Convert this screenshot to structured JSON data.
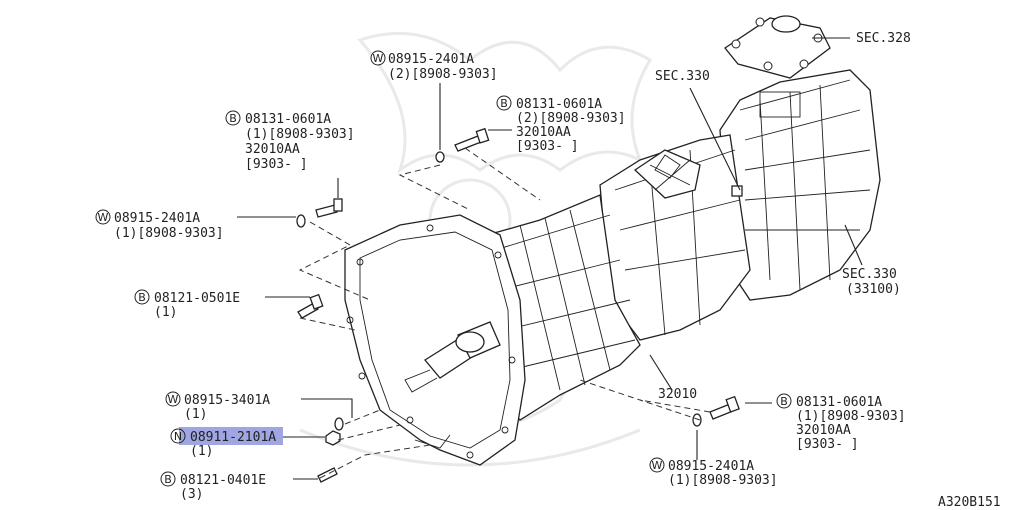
{
  "labels": [
    {
      "key": "w1",
      "prefix": "W",
      "code": "08915-2401A",
      "lines": [
        "(2)[8908-9303]"
      ]
    },
    {
      "key": "b1",
      "prefix": "B",
      "code": "08131-0601A",
      "lines": [
        "(1)[8908-9303]",
        "32010AA",
        "[9303-    ]"
      ]
    },
    {
      "key": "b2",
      "prefix": "B",
      "code": "08131-0601A",
      "lines": [
        "(2)[8908-9303]"
      ]
    },
    {
      "key": "w2",
      "prefix": "W",
      "code": "08915-2401A",
      "lines": [
        "(1)[8908-9303]"
      ]
    },
    {
      "key": "b3",
      "prefix": "B",
      "code": "08121-0501E",
      "lines": [
        "(1)"
      ]
    },
    {
      "key": "w3",
      "prefix": "W",
      "code": "08915-3401A",
      "lines": [
        "(1)"
      ]
    },
    {
      "key": "n1",
      "prefix": "N",
      "code": "08911-2101A",
      "lines": [
        "(1)"
      ],
      "highlighted": true
    },
    {
      "key": "b4",
      "prefix": "B",
      "code": "08121-0401E",
      "lines": [
        "(3)"
      ]
    },
    {
      "key": "b5",
      "prefix": "B",
      "code": "08131-0601A",
      "lines": [
        "(1)[8908-9303]",
        "32010AA",
        "[9303-    ]"
      ]
    },
    {
      "key": "w4",
      "prefix": "W",
      "code": "08915-2401A",
      "lines": [
        "(1)[8908-9303]"
      ]
    }
  ],
  "plain_labels": {
    "b2_part": "32010AA",
    "b2_range": "[9303-    ]",
    "sec328": "SEC.328",
    "sec330_top": "SEC.330",
    "sec330_right": "SEC.330",
    "sec330_right_sub": "(33100)",
    "main_part": "32010",
    "diagram_code": "A320B151"
  },
  "highlight_color": "#8f96dc"
}
